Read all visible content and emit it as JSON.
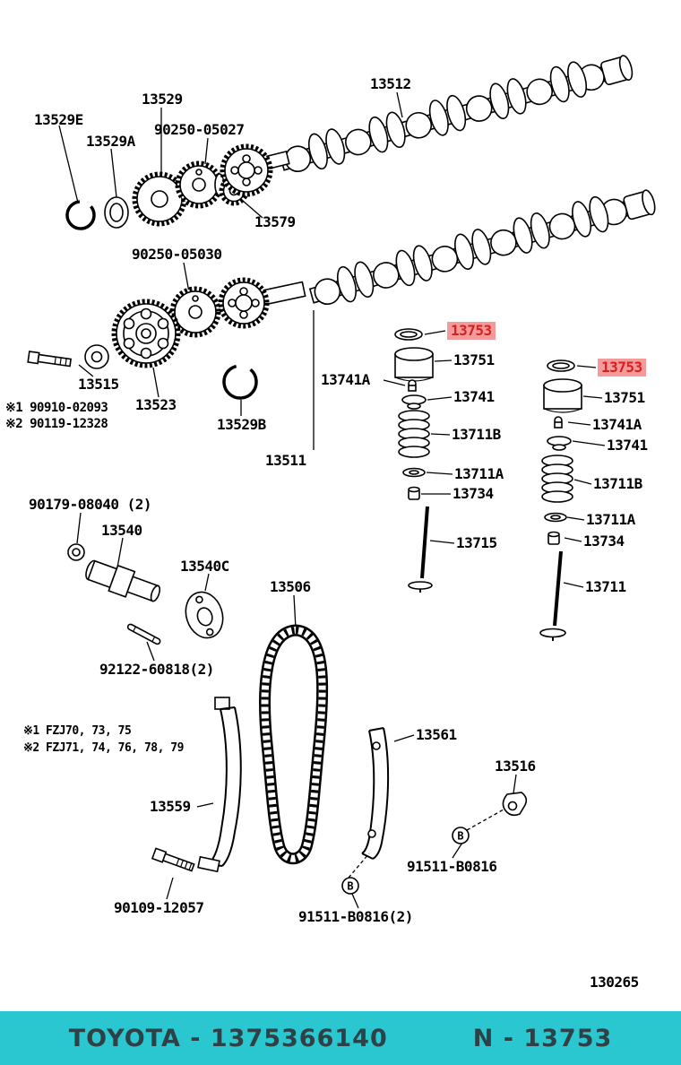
{
  "colors": {
    "footer_bg": "#2bc7d1",
    "footer_fg": "#2d4147",
    "highlight_bg": "#f59a9a",
    "highlight_fg": "#d42020"
  },
  "diagram": {
    "code": "130265",
    "labels": {
      "snap_ring_e": "13529E",
      "gear_13529": "13529",
      "washer_13529a": "13529A",
      "subgear_05027": "90250-05027",
      "camshaft_upper": "13512",
      "spacer_13579": "13579",
      "subgear_05030": "90250-05030",
      "bolt_13515": "13515",
      "gear_13523": "13523",
      "snap_ring_b": "13529B",
      "camshaft_lower": "13511",
      "keeper_left": "13741A",
      "shim_left": "13753",
      "lifter_left": "13751",
      "retainer_left": "13741",
      "spring_left": "13711B",
      "seat_left": "13711A",
      "seal_left": "13734",
      "valve_left": "13715",
      "shim_right": "13753",
      "lifter_right": "13751",
      "keeper_right": "13741A",
      "retainer_right": "13741",
      "spring_right": "13711B",
      "seat_right": "13711A",
      "seal_right": "13734",
      "valve_right": "13711",
      "plug_90179": "90179-08040 (2)",
      "shaft_13540": "13540",
      "gasket_13540c": "13540C",
      "chain_13506": "13506",
      "pin_92122": "92122-60818(2)",
      "damper_13561": "13561",
      "bracket_13516": "13516",
      "guide_13559": "13559",
      "bolt_91511": "91511-B0816",
      "bolt_90109": "90109-12057",
      "bolt_91511_2": "91511-B0816(2)"
    },
    "notes": {
      "part_note1": "※1 90910-02093",
      "part_note2": "※2 90119-12328",
      "fzj_note1": "※1 FZJ70, 73, 75",
      "fzj_note2": "※2 FZJ71, 74, 76, 78, 79"
    },
    "callouts": {
      "b1": "B",
      "b2": "B"
    }
  },
  "footer": {
    "left": "TOYOTA - 1375366140",
    "right": "N - 13753"
  }
}
